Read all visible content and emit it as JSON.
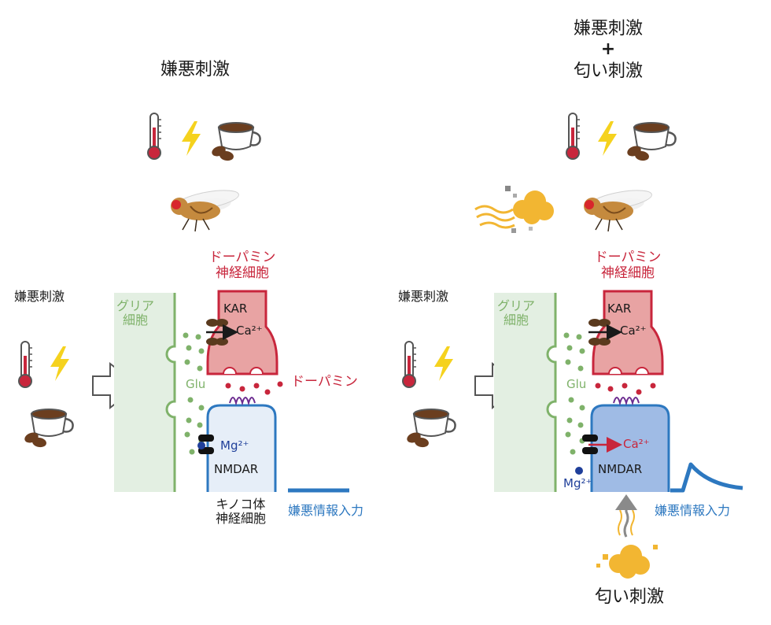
{
  "left_panel": {
    "title": "嫌悪刺激",
    "side_label": "嫌悪刺激",
    "dopamine_neuron": "ドーパミン\n神経細胞",
    "glia_label": "グリア\n細胞",
    "glu_label": "Glu",
    "dopamine_label": "ドーパミン",
    "kar_label": "KAR",
    "ca_label": "Ca²⁺",
    "mg_label": "Mg²⁺",
    "nmdar_label": "NMDAR",
    "kenyon_label": "キノコ体\n神経細胞",
    "output_label": "嫌悪情報入力"
  },
  "right_panel": {
    "title_line1": "嫌悪刺激",
    "title_plus": "+",
    "title_line2": "匂い刺激",
    "side_label": "嫌悪刺激",
    "dopamine_neuron": "ドーパミン\n神経細胞",
    "glia_label": "グリア\n細胞",
    "glu_label": "Glu",
    "kar_label": "KAR",
    "ca_label": "Ca²⁺",
    "ca_nmdar_label": "Ca²⁺",
    "mg_label": "Mg²⁺",
    "nmdar_label": "NMDAR",
    "output_label": "嫌悪情報入力",
    "odor_label": "匂い刺激"
  },
  "colors": {
    "dopamine": "#c8263c",
    "dopamine_fill": "#e8a3a3",
    "glia": "#7fb26a",
    "glia_fill": "#e3efe2",
    "kenyon": "#2d78c0",
    "kenyon_fill_left": "#e6eef8",
    "kenyon_fill_right": "#9fbbe5",
    "odor": "#f2b632",
    "arrow_gray": "#8a8a8a"
  },
  "icons": [
    "thermometer-icon",
    "lightning-icon",
    "coffee-cup-icon",
    "fly-icon",
    "odor-cloud-icon"
  ]
}
